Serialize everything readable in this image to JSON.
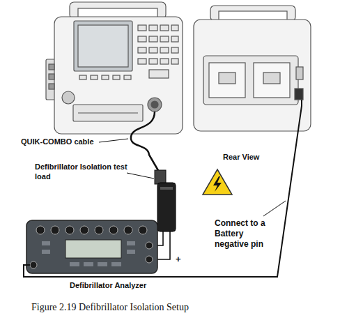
{
  "diagram": {
    "caption": "Figure 2.19 Defibrillator Isolation Setup",
    "labels": [
      "QUIK-COMBO cable",
      "Rear View",
      "Defibrillator Isolation test load",
      "Connect to a Battery negative pin",
      "+",
      "Defibrillator Analyzer"
    ]
  }
}
